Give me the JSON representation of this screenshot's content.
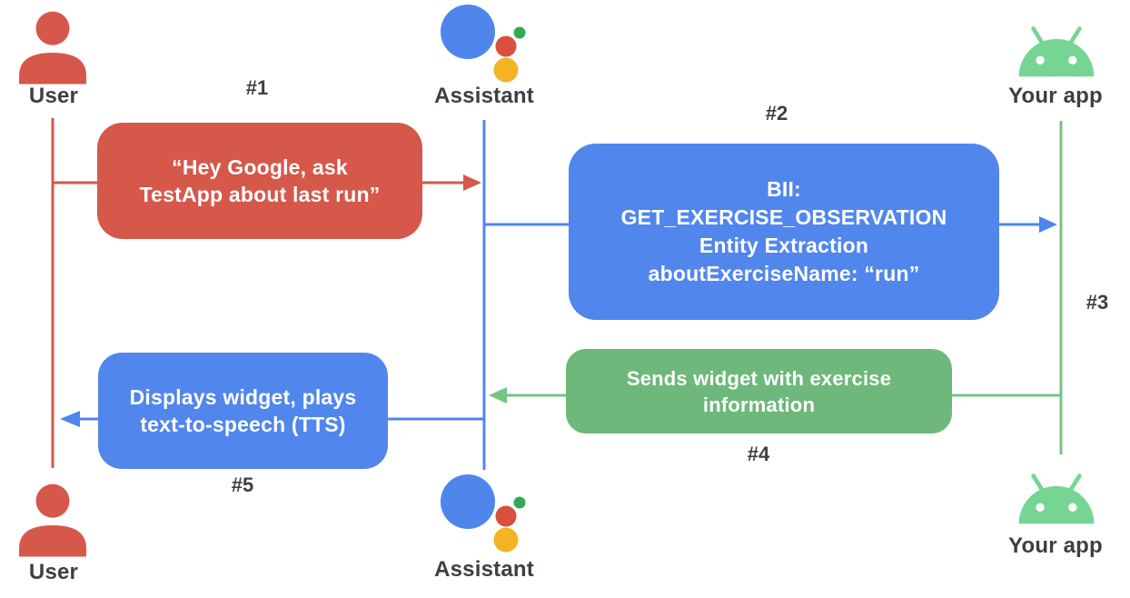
{
  "diagram": {
    "type": "sequence-diagram",
    "actors": {
      "user_top": {
        "label": "User",
        "icon": "person-icon"
      },
      "assistant_top": {
        "label": "Assistant",
        "icon": "google-assistant-icon"
      },
      "yourapp_top": {
        "label": "Your app",
        "icon": "android-icon"
      },
      "user_bottom": {
        "label": "User",
        "icon": "person-icon"
      },
      "assistant_bottom": {
        "label": "Assistant",
        "icon": "google-assistant-icon"
      },
      "yourapp_bottom": {
        "label": "Your app",
        "icon": "android-icon"
      }
    },
    "steps": {
      "step1": {
        "label": "#1"
      },
      "step2": {
        "label": "#2"
      },
      "step3": {
        "label": "#3"
      },
      "step4": {
        "label": "#4"
      },
      "step5": {
        "label": "#5"
      }
    },
    "boxes": {
      "box1": {
        "step": "#1",
        "from": "User",
        "to": "Assistant",
        "color": "#d5584a",
        "lines": [
          "“Hey Google, ask",
          "TestApp about last run”"
        ]
      },
      "box2": {
        "step": "#2",
        "from": "Assistant",
        "to": "Your app",
        "color": "#5186ec",
        "lines": [
          "BII:",
          "GET_EXERCISE_OBSERVATION",
          "Entity Extraction",
          "aboutExerciseName: “run”"
        ]
      },
      "box4": {
        "step": "#4",
        "from": "Your app",
        "to": "Assistant",
        "color": "#6db87a",
        "lines": [
          "Sends widget with exercise",
          "information"
        ]
      },
      "box5": {
        "step": "#5",
        "from": "Assistant",
        "to": "User",
        "color": "#5186ec",
        "lines": [
          "Displays widget, plays",
          "text-to-speech (TTS)"
        ]
      }
    },
    "colors": {
      "red": "#d5584a",
      "blue": "#5186ec",
      "green_box": "#6db87a",
      "green_line": "#74c482",
      "android_green": "#77d594",
      "label_gray": "#3c4043",
      "assistant_blue": "#4e86ec",
      "assistant_red": "#d94f3d",
      "assistant_green": "#34a853",
      "assistant_yellow": "#f2b424"
    }
  }
}
